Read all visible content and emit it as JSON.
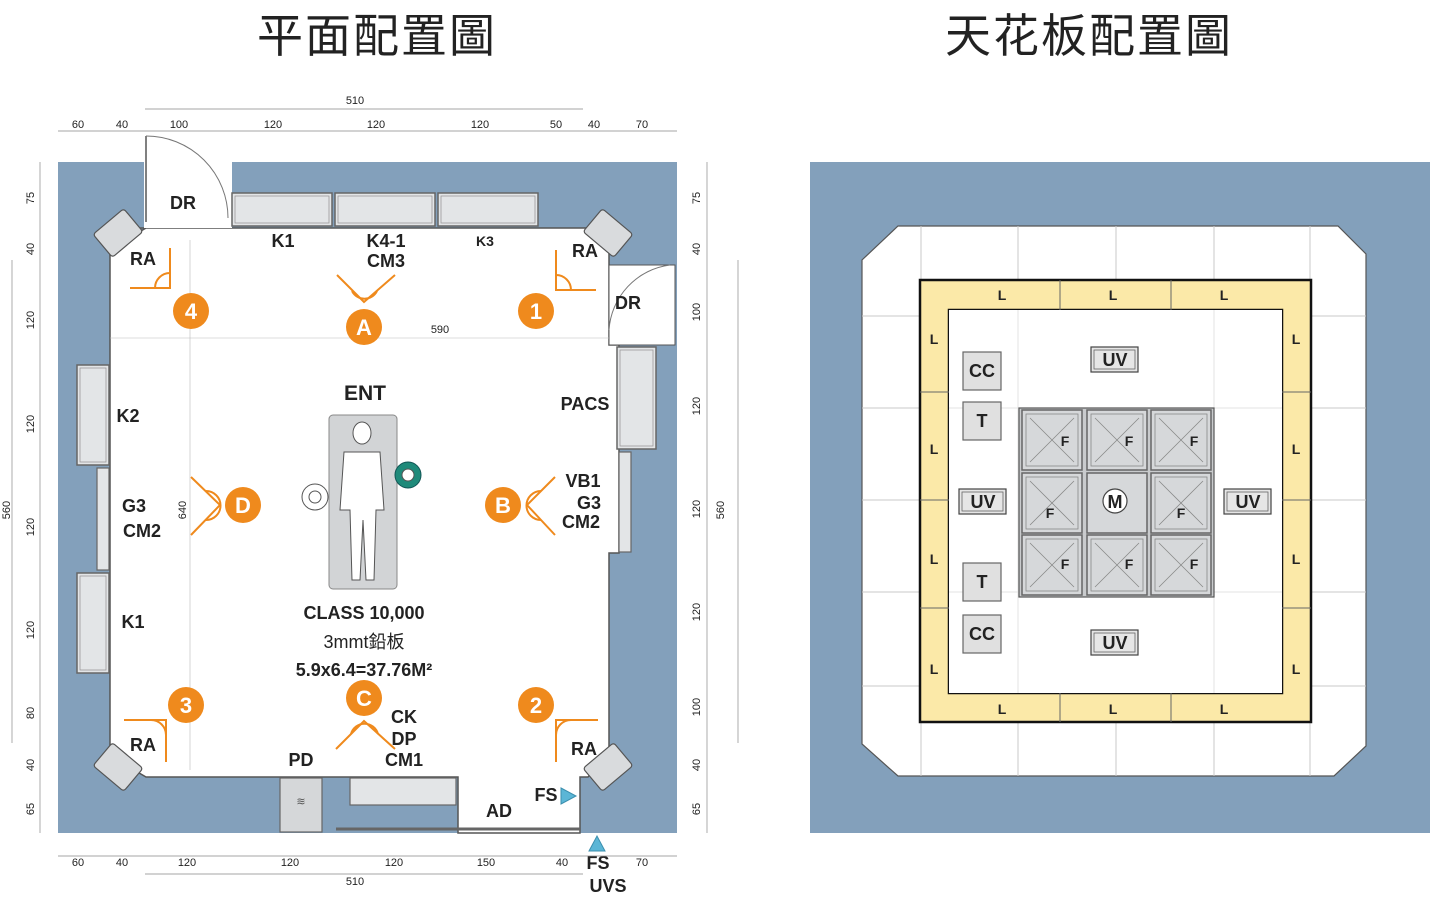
{
  "titles": {
    "plan": "平面配置圖",
    "ceiling": "天花板配置圖"
  },
  "colors": {
    "wall": "#83a0bb",
    "orange": "#ef8a1d",
    "teal": "#1f8a7a",
    "ceiling_border": "#fbe9a8",
    "cyan": "#5bb6d6"
  },
  "dims": {
    "top_total": "510",
    "top": [
      "60",
      "40",
      "100",
      "120",
      "120",
      "120",
      "50",
      "40",
      "70"
    ],
    "bottom": [
      "60",
      "40",
      "120",
      "120",
      "120",
      "150",
      "40",
      "70"
    ],
    "bottom_total": "510",
    "left": [
      "75",
      "40",
      "120",
      "120",
      "120",
      "120",
      "80",
      "40",
      "65"
    ],
    "left_total": "560",
    "right": [
      "75",
      "40",
      "100",
      "120",
      "120",
      "120",
      "100",
      "40",
      "65"
    ],
    "right_total": "560",
    "inner_w": "590",
    "inner_h": "640"
  },
  "plan": {
    "dr_top": "DR",
    "dr_right": "DR",
    "k1_top": "K1",
    "k4": "K4-1",
    "cm3": "CM3",
    "k3": "K3",
    "ra": "RA",
    "k2": "K2",
    "g3": "G3",
    "cm2": "CM2",
    "k1_left": "K1",
    "pacs": "PACS",
    "vb1": "VB1",
    "ent": "ENT",
    "class": "CLASS 10,000",
    "lead": "3mmt鉛板",
    "area": "5.9x6.4=37.76M²",
    "ck": "CK",
    "dp": "DP",
    "cm1": "CM1",
    "pd": "PD",
    "ad": "AD",
    "fs": "FS",
    "uvs": "UVS",
    "cameras": [
      "A",
      "B",
      "C",
      "D"
    ],
    "corners": [
      "1",
      "2",
      "3",
      "4"
    ]
  },
  "ceiling": {
    "l": "L",
    "cc": "CC",
    "t": "T",
    "uv": "UV",
    "f": "F",
    "m": "M"
  }
}
